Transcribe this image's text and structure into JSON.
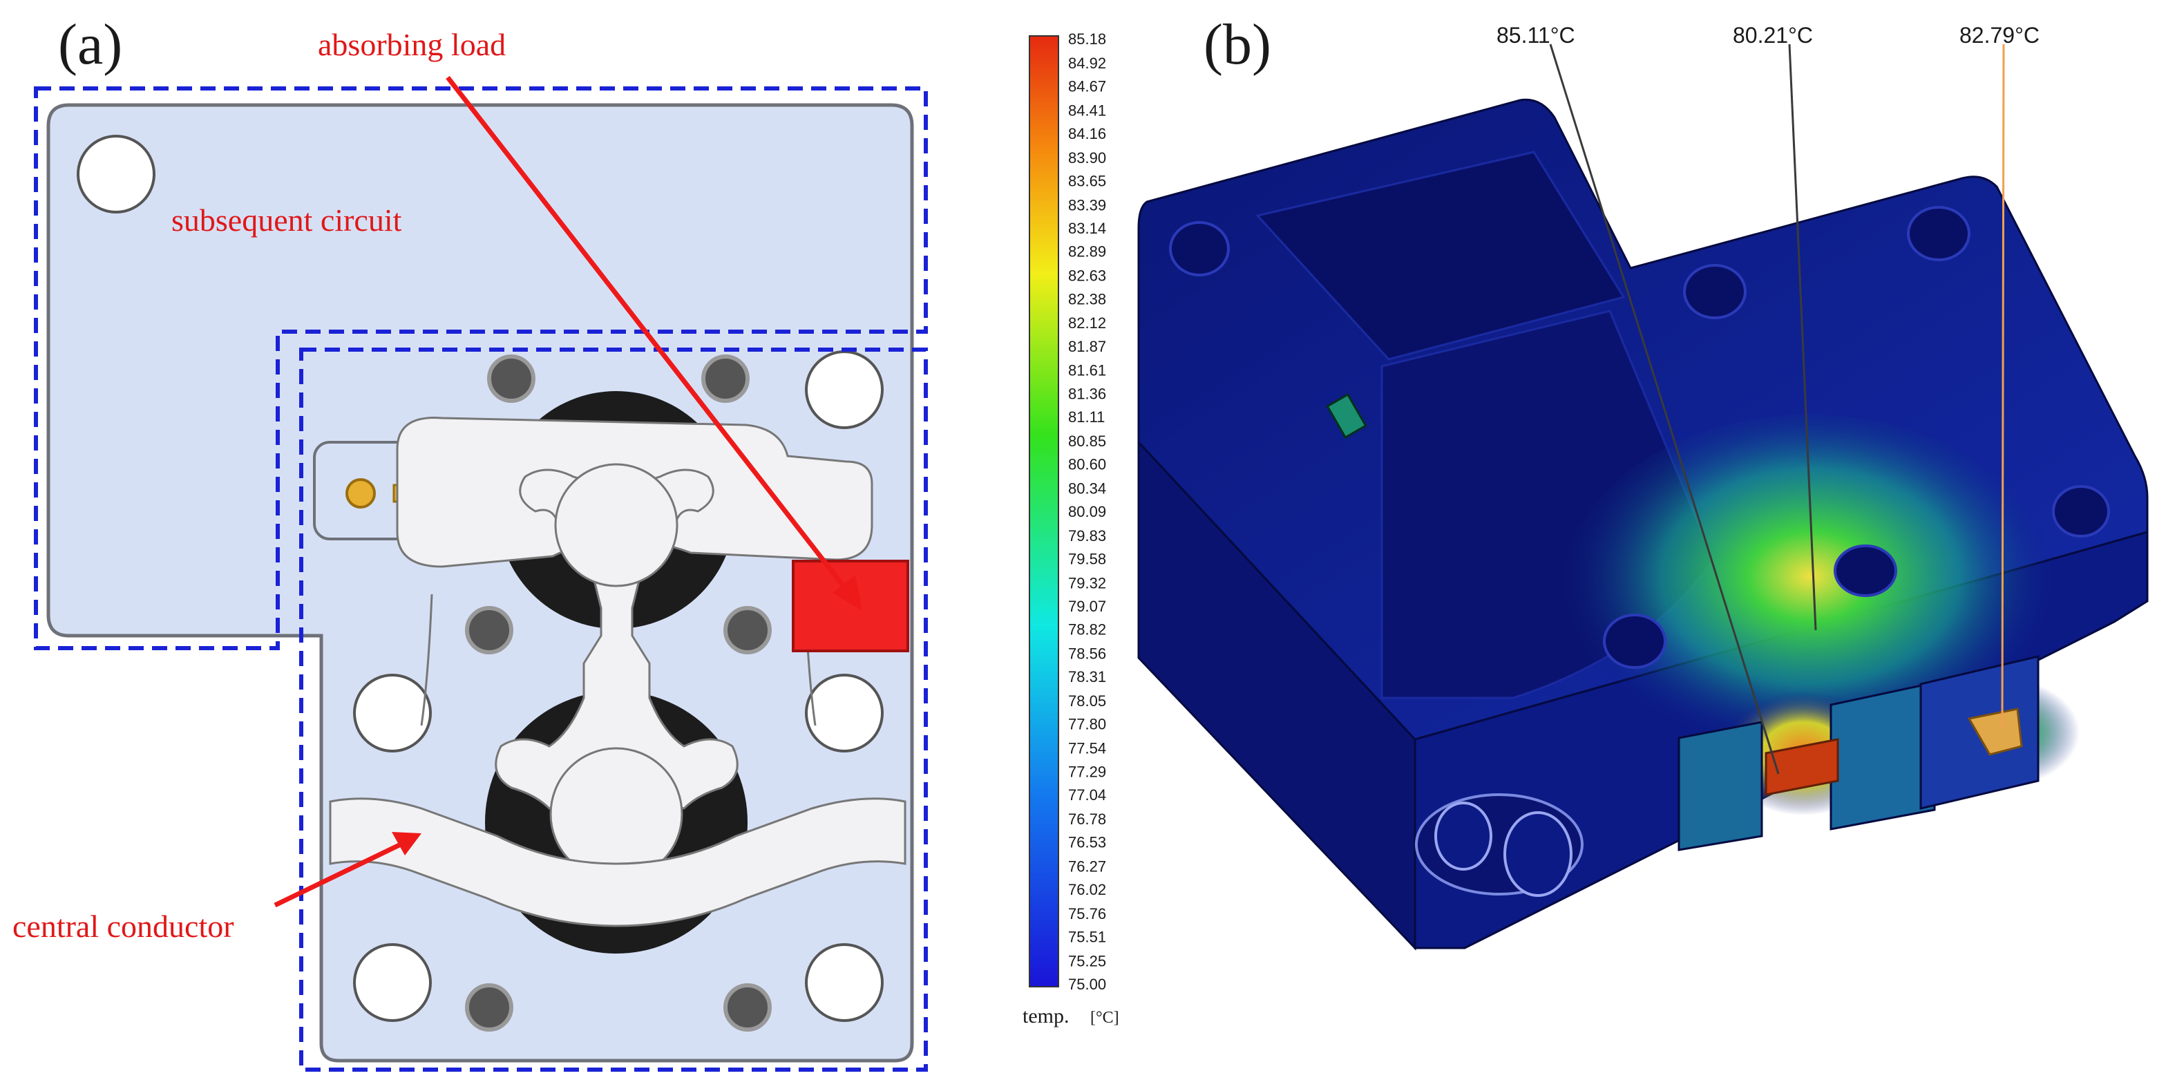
{
  "panel_a": {
    "label": "(a)",
    "annotations": {
      "absorbing_load": "absorbing load",
      "subsequent_circuit": "subsequent circuit",
      "central_conductor": "central conductor"
    },
    "colors": {
      "board": "#d6e0f5",
      "outline": "#6e7178",
      "dash": "#1a22d6",
      "ferrite": "#1c1c1c",
      "conductor": "#f2f2f4",
      "load": "#f02222",
      "annotation": "#e01818"
    }
  },
  "colorbar": {
    "ticks": [
      "85.18",
      "84.92",
      "84.67",
      "84.41",
      "84.16",
      "83.90",
      "83.65",
      "83.39",
      "83.14",
      "82.89",
      "82.63",
      "82.38",
      "82.12",
      "81.87",
      "81.61",
      "81.36",
      "81.11",
      "80.85",
      "80.60",
      "80.34",
      "80.09",
      "79.83",
      "79.58",
      "79.32",
      "79.07",
      "78.82",
      "78.56",
      "78.31",
      "78.05",
      "77.80",
      "77.54",
      "77.29",
      "77.04",
      "76.78",
      "76.53",
      "76.27",
      "76.02",
      "75.76",
      "75.51",
      "75.25",
      "75.00"
    ],
    "min": 75.0,
    "max": 85.18,
    "label": "temp.",
    "unit": "[°C]"
  },
  "panel_b": {
    "label": "(b)",
    "probes": [
      {
        "text": "85.11°C",
        "color": "#444444"
      },
      {
        "text": "80.21°C",
        "color": "#444444"
      },
      {
        "text": "82.79°C",
        "color": "#f0a050"
      }
    ],
    "colors": {
      "housing": "#0c1a8c",
      "edge": "#050a40"
    }
  }
}
